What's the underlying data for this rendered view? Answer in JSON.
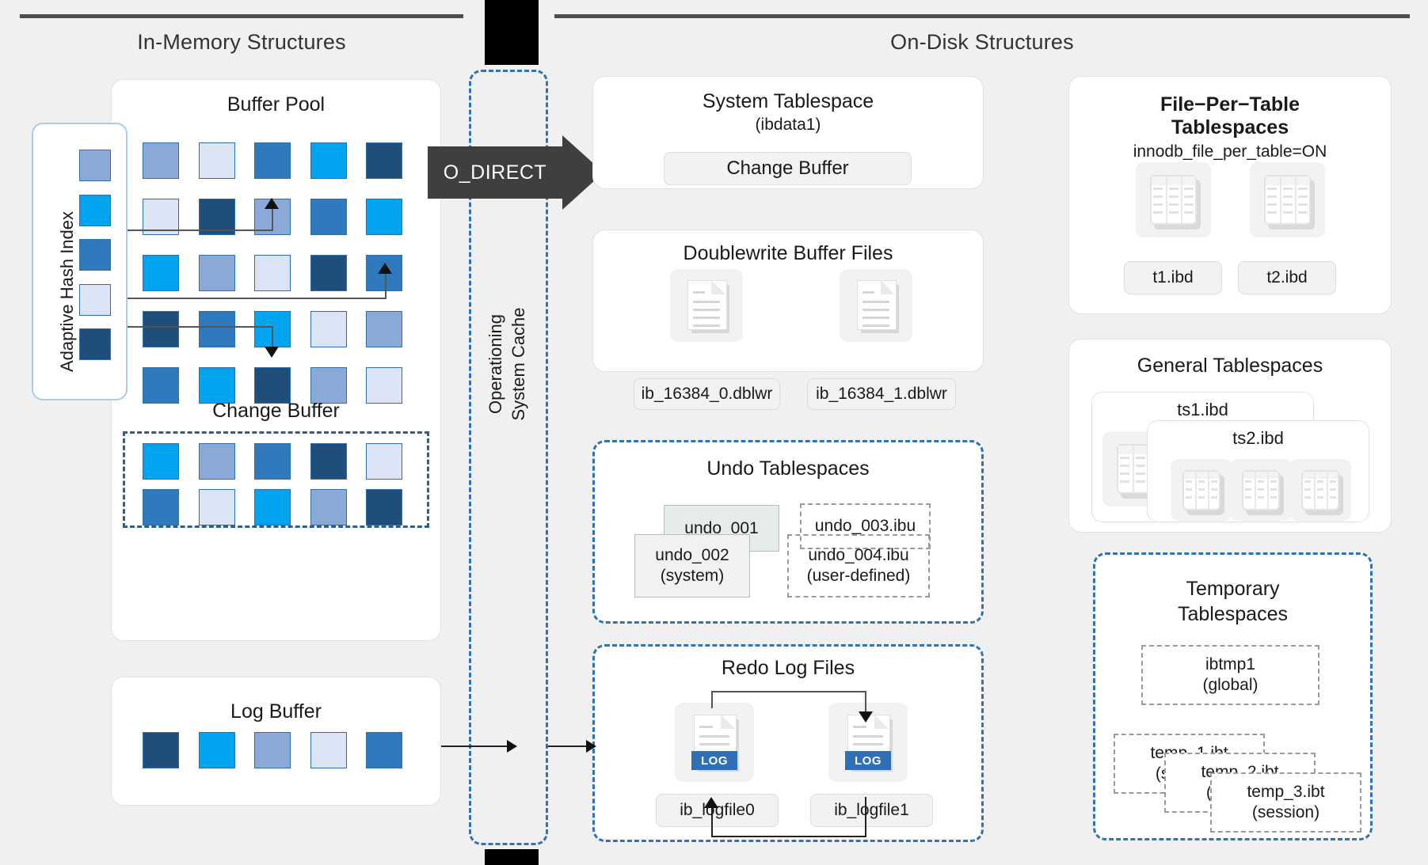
{
  "sections": {
    "left_title": "In-Memory Structures",
    "right_title": "On-Disk Structures"
  },
  "os_cache": {
    "label_line1": "Operationing",
    "label_line2": "System Cache"
  },
  "odirect": {
    "label": "O_DIRECT"
  },
  "buffer_pool": {
    "title": "Buffer Pool",
    "rows": [
      [
        "#8aa9d6",
        "#dbe4f4",
        "#2f79bd",
        "#00a4ef",
        "#1e4e79"
      ],
      [
        "#dbe4f4",
        "#1e4e79",
        "#8aa9d6",
        "#2f79bd",
        "#00a4ef"
      ],
      [
        "#00a4ef",
        "#8aa9d6",
        "#dbe4f4",
        "#1e4e79",
        "#2f79bd"
      ],
      [
        "#1e4e79",
        "#2f79bd",
        "#00a4ef",
        "#dbe4f4",
        "#8aa9d6"
      ],
      [
        "#2f79bd",
        "#00a4ef",
        "#1e4e79",
        "#8aa9d6",
        "#dbe4f4"
      ]
    ]
  },
  "adaptive_hash_index": {
    "label": "Adaptive Hash Index",
    "cells": [
      "#8aa9d6",
      "#00a4ef",
      "#2f79bd",
      "#dbe4f4",
      "#1e4e79"
    ]
  },
  "change_buffer_mem": {
    "title": "Change Buffer",
    "rows": [
      [
        "#00a4ef",
        "#8aa9d6",
        "#2f79bd",
        "#1e4e79",
        "#dbe4f4"
      ],
      [
        "#2f79bd",
        "#dbe4f4",
        "#00a4ef",
        "#8aa9d6",
        "#1e4e79"
      ]
    ]
  },
  "log_buffer": {
    "title": "Log Buffer",
    "cells": [
      "#1e4e79",
      "#00a4ef",
      "#8aa9d6",
      "#dbe4f4",
      "#2f79bd"
    ]
  },
  "system_tablespace": {
    "title": "System Tablespace",
    "subtitle": "(ibdata1)",
    "change_buffer_label": "Change Buffer"
  },
  "doublewrite": {
    "title": "Doublewrite Buffer Files",
    "files": [
      "ib_16384_0.dblwr",
      "ib_16384_1.dblwr"
    ]
  },
  "undo_tablespaces": {
    "title": "Undo Tablespaces",
    "items": [
      {
        "name": "undo_001",
        "note": ""
      },
      {
        "name": "undo_002",
        "note": "(system)"
      },
      {
        "name": "undo_003.ibu",
        "note": ""
      },
      {
        "name": "undo_004.ibu",
        "note": "(user-defined)"
      }
    ]
  },
  "redo_log": {
    "title": "Redo Log Files",
    "badge": "LOG",
    "files": [
      "ib_logfile0",
      "ib_logfile1"
    ]
  },
  "file_per_table": {
    "title_line1": "File−Per−Table",
    "title_line2": "Tablespaces",
    "subtitle": "innodb_file_per_table=ON",
    "files": [
      "t1.ibd",
      "t2.ibd"
    ]
  },
  "general_tablespaces": {
    "title": "General Tablespaces",
    "items": [
      "ts1.ibd",
      "ts2.ibd"
    ]
  },
  "temporary_tablespaces": {
    "title_line1": "Temporary",
    "title_line2": "Tablespaces",
    "items": [
      {
        "name": "ibtmp1",
        "note": "(global)"
      },
      {
        "name": "temp_1.ibt",
        "note": "(session)"
      },
      {
        "name": "temp_2.ibt",
        "note": "(session)"
      },
      {
        "name": "temp_3.ibt",
        "note": "(session)"
      }
    ]
  },
  "palette": {
    "page_light": "#dbe4f4",
    "page_mid_light": "#8aa9d6",
    "page_mid": "#2f79bd",
    "page_bright": "#00a4ef",
    "page_dark": "#1e4e79",
    "accent_dashed": "#2f72b5",
    "arrow_box": "#3f3f3f"
  }
}
